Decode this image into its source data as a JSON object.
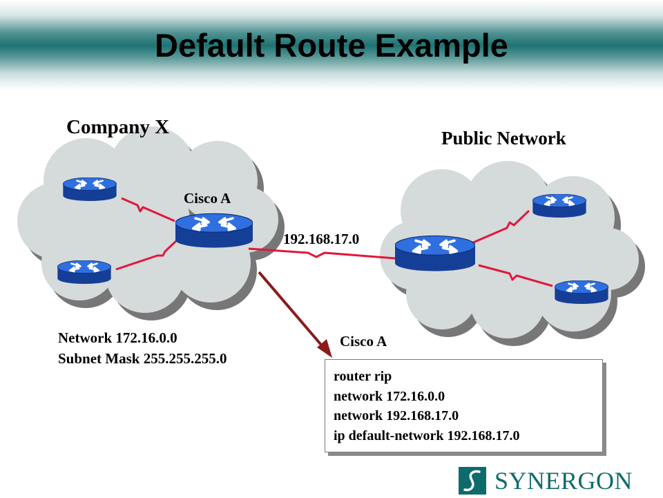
{
  "slide": {
    "title": "Default Route Example"
  },
  "labels": {
    "company": "Company X",
    "public_network": "Public Network",
    "router_name": "Cisco A",
    "link_network": "192.168.17.0",
    "network_info": "Network 172.16.0.0",
    "subnet_info": "Subnet Mask 255.255.255.0",
    "config_title": "Cisco A"
  },
  "config": {
    "lines": [
      "router rip",
      "network 172.16.0.0",
      "network 192.168.17.0",
      "ip default-network 192.168.17.0"
    ]
  },
  "logo": {
    "text": "SYNERGON"
  },
  "colors": {
    "header_teal": "#1f7373",
    "cloud_fill": "#d5dadb",
    "router_blue": "#1c5fcf",
    "link_red": "#e3153a",
    "arrow_dark_red": "#8b1a1a",
    "logo_teal": "#0e6b6b"
  },
  "icons": [
    "router-icon",
    "cloud-icon",
    "arrow-icon",
    "synergon-logo-icon"
  ]
}
